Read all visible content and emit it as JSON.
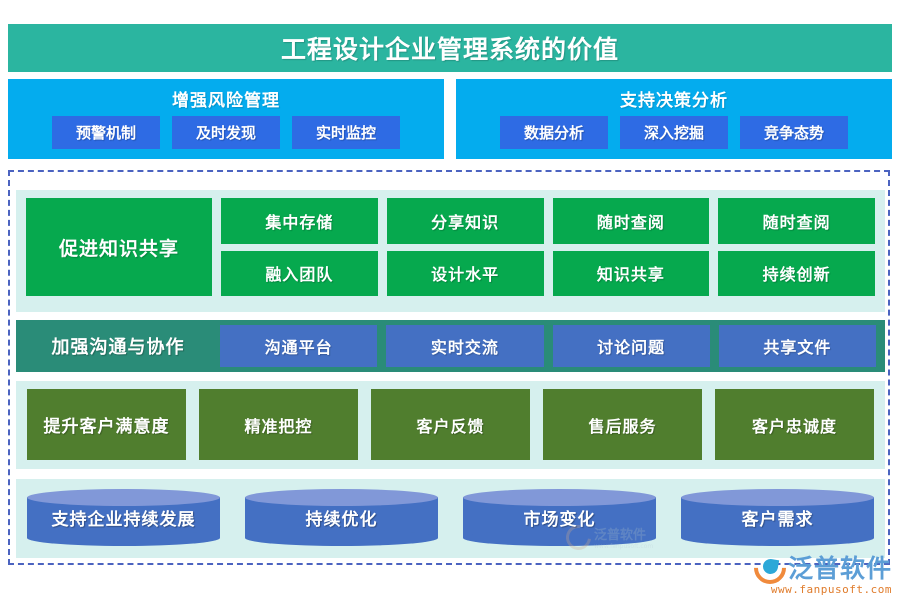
{
  "title": "工程设计企业管理系统的价值",
  "top_panels": [
    {
      "heading": "增强风险管理",
      "chips": [
        "预警机制",
        "及时发现",
        "实时监控"
      ]
    },
    {
      "heading": "支持决策分析",
      "chips": [
        "数据分析",
        "深入挖掘",
        "竞争态势"
      ]
    }
  ],
  "knowledge": {
    "main": "促进知识共享",
    "cells": [
      "集中存储",
      "分享知识",
      "随时查阅",
      "随时查阅",
      "融入团队",
      "设计水平",
      "知识共享",
      "持续创新"
    ]
  },
  "communication": {
    "main": "加强沟通与协作",
    "cells": [
      "沟通平台",
      "实时交流",
      "讨论问题",
      "共享文件"
    ]
  },
  "customer": {
    "cells": [
      "提升客户满意度",
      "精准把控",
      "客户反馈",
      "售后服务",
      "客户忠诚度"
    ]
  },
  "cylinders": {
    "cells": [
      "支持企业持续发展",
      "持续优化",
      "市场变化",
      "客户需求"
    ]
  },
  "watermark": {
    "name": "泛普软件",
    "sub": "www.fanpusoft.com"
  },
  "brand": {
    "name": "泛普软件",
    "url": "www.fanpusoft.com"
  },
  "colors": {
    "title_bar": "#2BB5A0",
    "panel_blue": "#04ACEE",
    "chip_blue": "#2E6BE4",
    "green": "#06A94E",
    "teal": "#2A8C78",
    "indigo": "#4470C3",
    "olive": "#507E2E",
    "panel_bg": "#D6F0EE",
    "dashed": "#4B63C0",
    "brand_blue": "#5C9ED6",
    "brand_orange": "#E07C2C"
  }
}
